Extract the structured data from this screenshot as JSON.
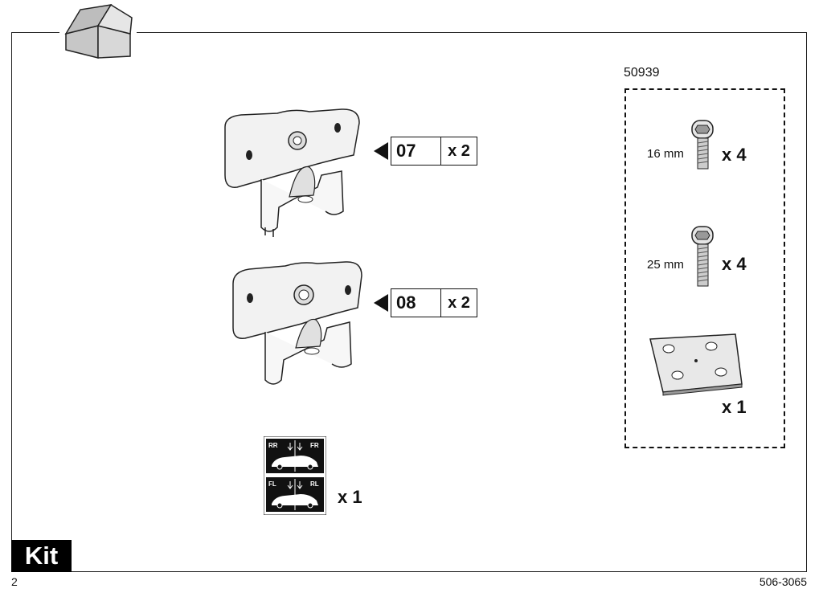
{
  "kit_number": "50939",
  "parts": [
    {
      "code": "07",
      "qty": "x 2"
    },
    {
      "code": "08",
      "qty": "x 2"
    }
  ],
  "screws": [
    {
      "length": "16 mm",
      "qty": "x 4"
    },
    {
      "length": "25 mm",
      "qty": "x 4"
    }
  ],
  "plate_qty": "x 1",
  "sticker": {
    "qty": "x 1",
    "top_left": "RR",
    "top_right": "FR",
    "bottom_left": "FL",
    "bottom_right": "RL"
  },
  "section_title": "Kit",
  "page_number": "2",
  "doc_number": "506-3065",
  "icons": [
    "open-box-icon"
  ]
}
